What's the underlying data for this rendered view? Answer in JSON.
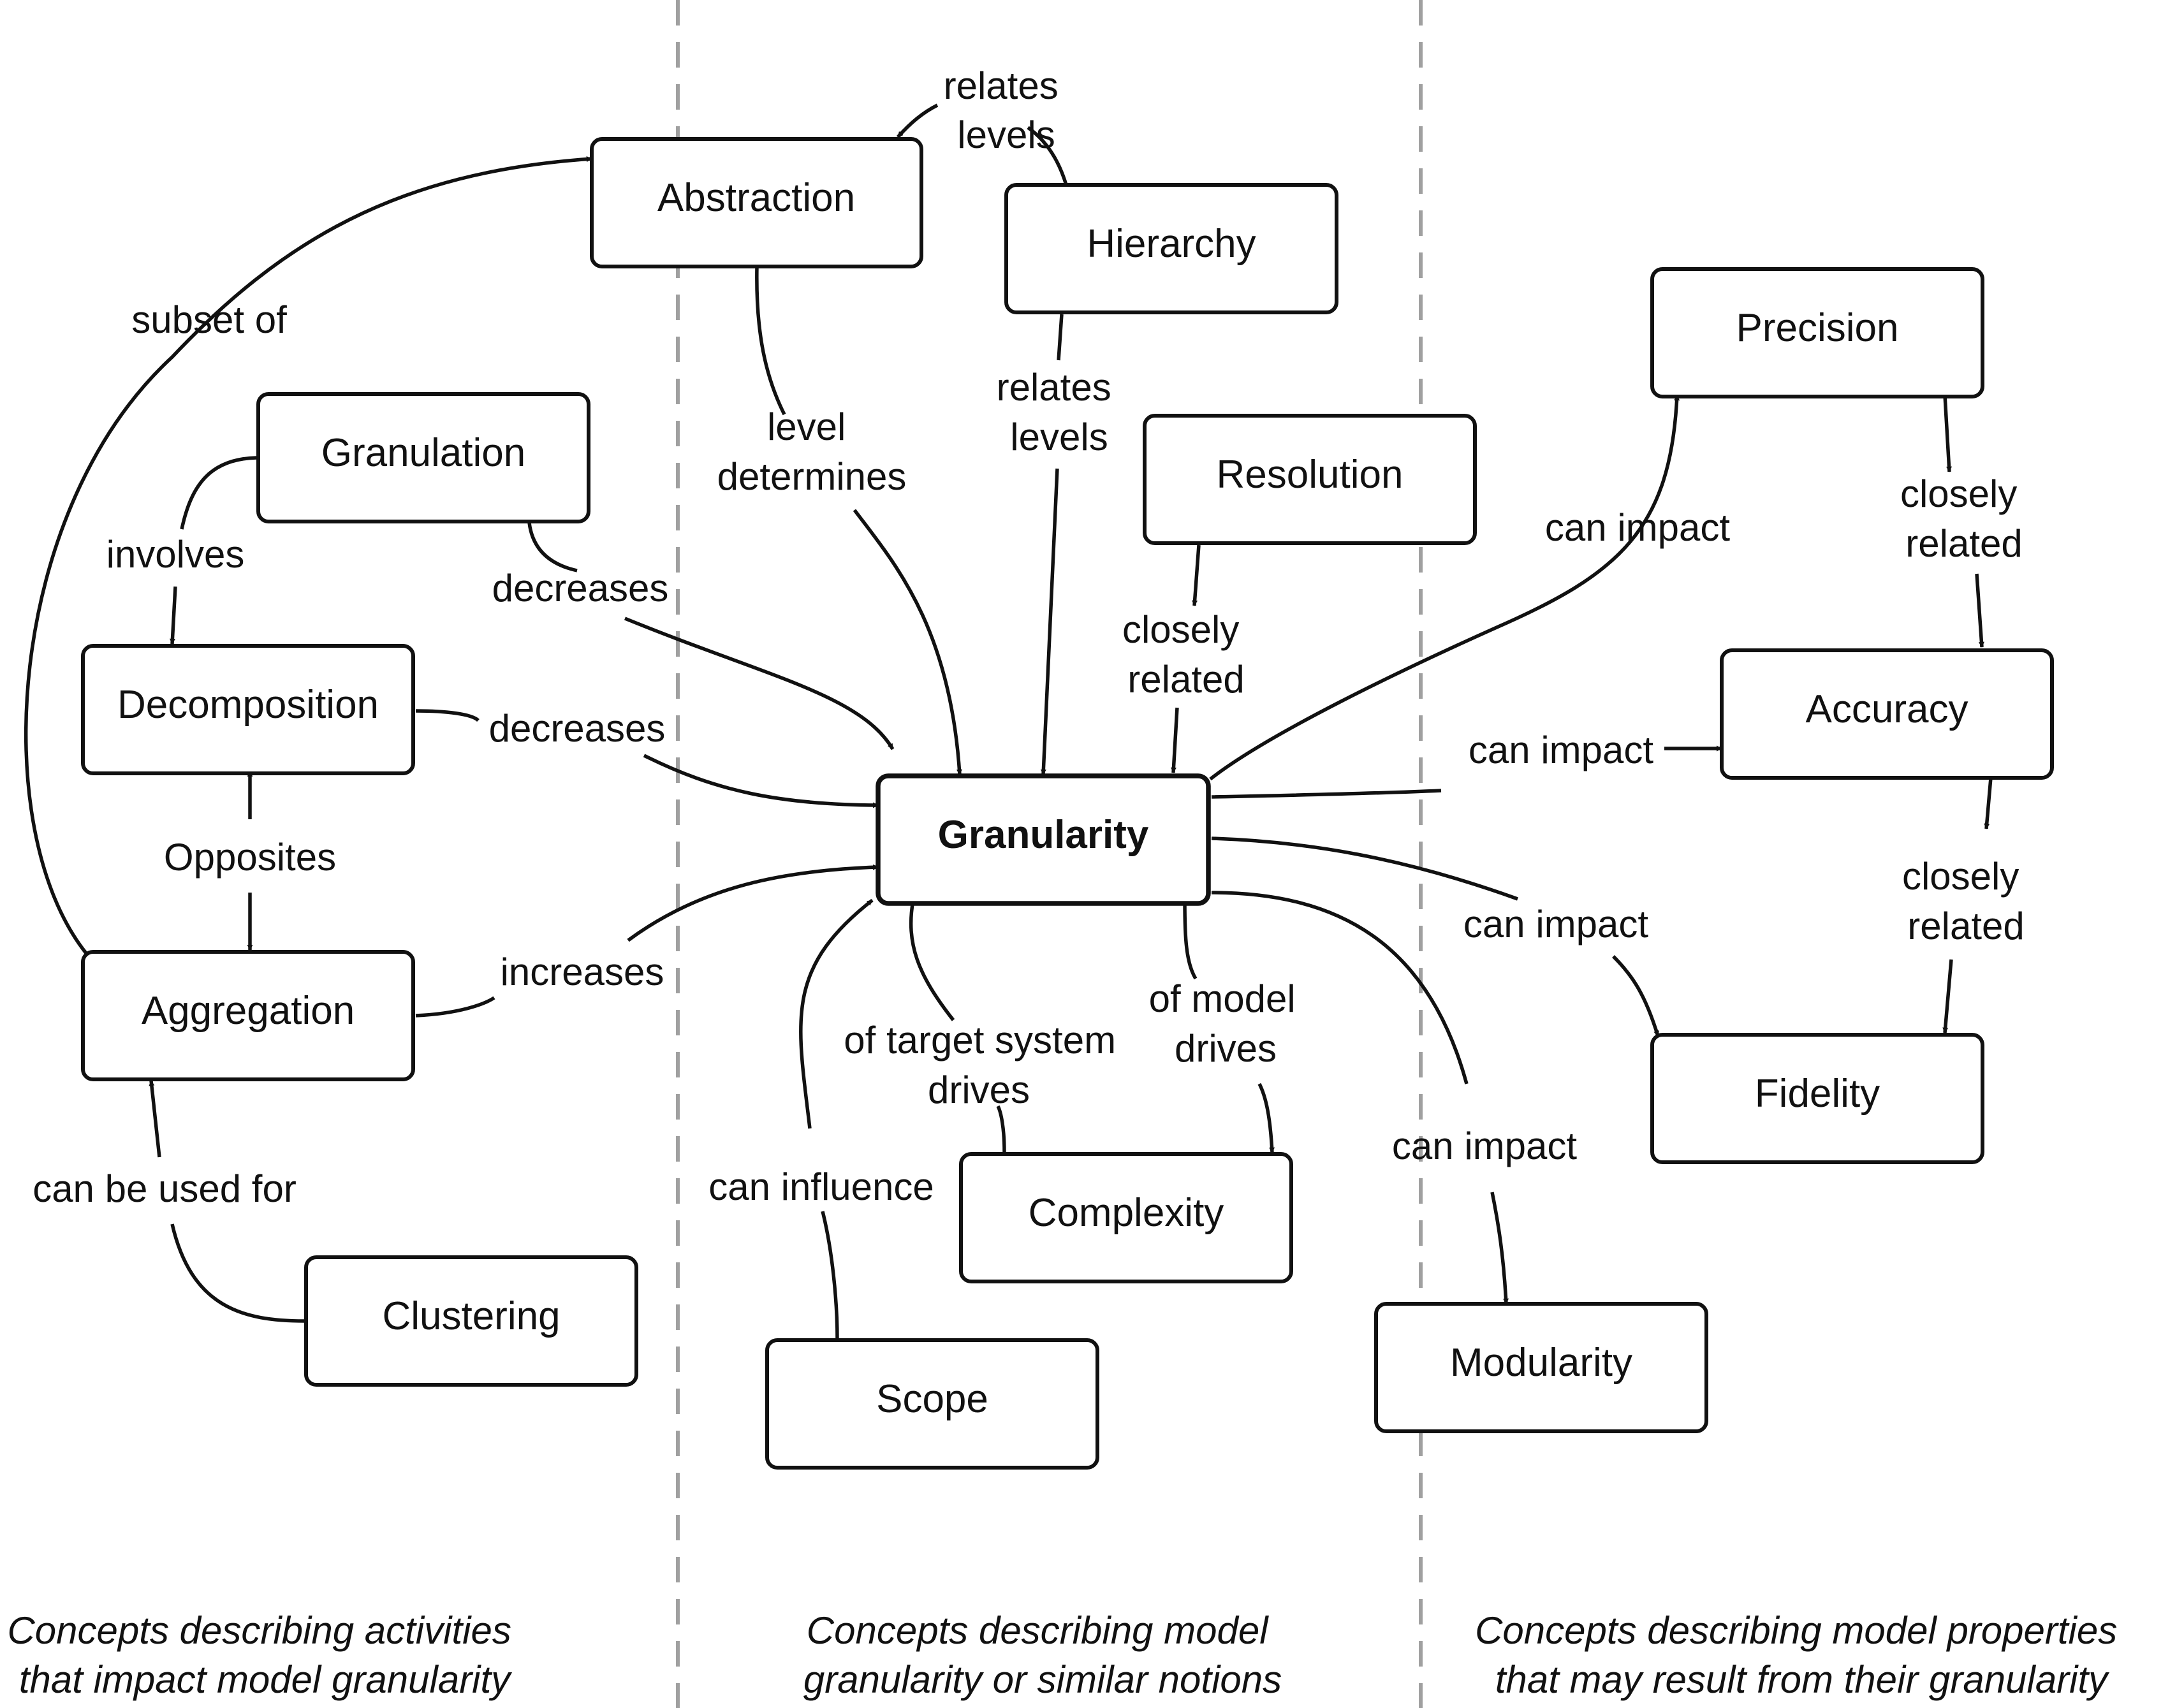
{
  "nodes": {
    "abstraction": "Abstraction",
    "hierarchy": "Hierarchy",
    "precision": "Precision",
    "granulation": "Granulation",
    "resolution": "Resolution",
    "decomposition": "Decomposition",
    "accuracy": "Accuracy",
    "granularity": "Granularity",
    "aggregation": "Aggregation",
    "fidelity": "Fidelity",
    "complexity": "Complexity",
    "clustering": "Clustering",
    "scope": "Scope",
    "modularity": "Modularity"
  },
  "edges": {
    "relates_levels_top": [
      "relates",
      "levels"
    ],
    "subset_of": [
      "subset of"
    ],
    "level_determines": [
      "level",
      "determines"
    ],
    "relates_levels_mid": [
      "relates",
      "levels"
    ],
    "involves": [
      "involves"
    ],
    "decreases_granulation": [
      "decreases"
    ],
    "decreases_decomposition": [
      "decreases"
    ],
    "closely_related_resolution": [
      "closely",
      "related"
    ],
    "can_impact_precision": [
      "can impact"
    ],
    "closely_related_precision_accuracy": [
      "closely",
      "related"
    ],
    "can_impact_accuracy": [
      "can impact"
    ],
    "opposites": [
      "Opposites"
    ],
    "increases": [
      "increases"
    ],
    "can_impact_fidelity": [
      "can impact"
    ],
    "closely_related_accuracy_fidelity": [
      "closely",
      "related"
    ],
    "of_target_system_drives": [
      "of target system",
      "drives"
    ],
    "of_model_drives": [
      "of model",
      "drives"
    ],
    "can_be_used_for": [
      "can be used for"
    ],
    "can_influence": [
      "can influence"
    ],
    "can_impact_modularity": [
      "can impact"
    ]
  },
  "captions": {
    "left": [
      "Concepts describing activities",
      "that impact model granularity"
    ],
    "middle": [
      "Concepts describing model",
      "granularity or similar notions"
    ],
    "right": [
      "Concepts describing model properties",
      "that may result from their granularity"
    ]
  }
}
